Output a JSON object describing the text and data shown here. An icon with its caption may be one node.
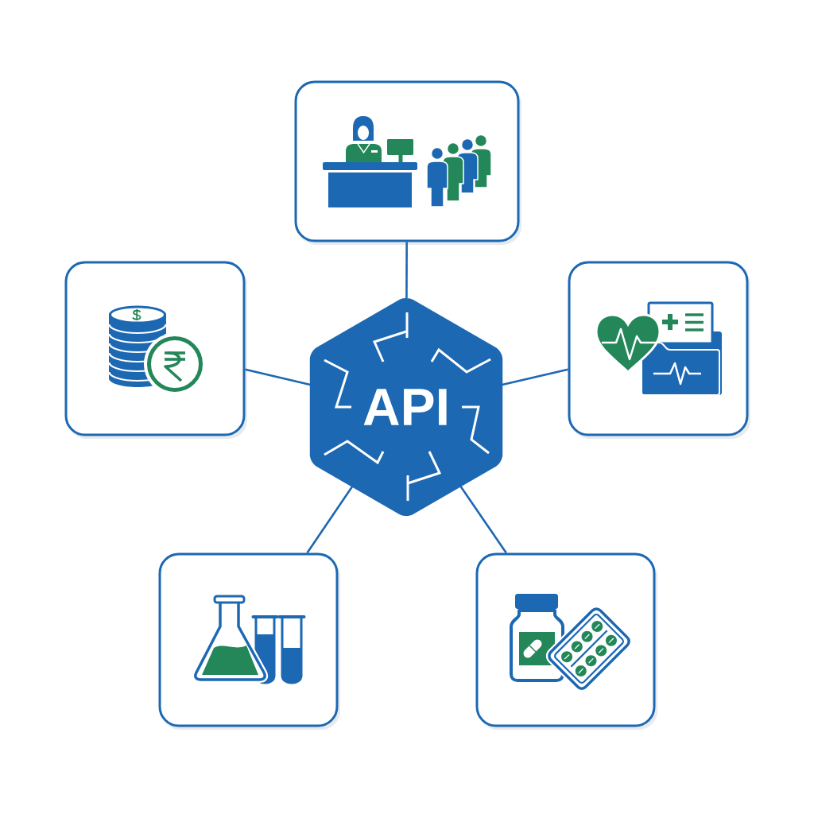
{
  "diagram": {
    "nodes": [
      {
        "text": [],
        "shape": "box"
      },
      {
        "text": [],
        "shape": "box"
      },
      {
        "text": [
          "API"
        ]
      },
      {
        "text": [],
        "shape": "box"
      },
      {
        "text": [],
        "shape": "box"
      },
      {
        "text": [],
        "shape": "box"
      }
    ],
    "edges": [
      {
        "from": 2,
        "to": 0,
        "arrow": "none"
      },
      {
        "from": 2,
        "to": 1,
        "arrow": "none"
      },
      {
        "from": 2,
        "to": 3,
        "arrow": "none"
      },
      {
        "from": 2,
        "to": 4,
        "arrow": "none"
      },
      {
        "from": 2,
        "to": 5,
        "arrow": "none"
      }
    ]
  }
}
